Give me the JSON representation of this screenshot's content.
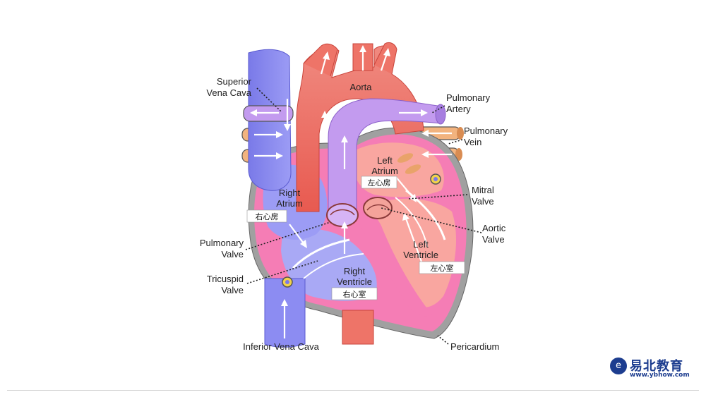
{
  "labels": {
    "superior_vena_cava": [
      "Superior",
      "Vena Cava"
    ],
    "aorta": "Aorta",
    "pulmonary_artery": [
      "Pulmonary",
      "Artery"
    ],
    "pulmonary_vein": [
      "Pulmonary",
      "Vein"
    ],
    "left_atrium": [
      "Left",
      "Atrium"
    ],
    "left_atrium_cn": "左心房",
    "right_atrium": [
      "Right",
      "Atrium"
    ],
    "right_atrium_cn": "右心房",
    "mitral_valve": [
      "Mitral",
      "Valve"
    ],
    "aortic_valve": [
      "Aortic",
      "Valve"
    ],
    "pulmonary_valve": [
      "Pulmonary",
      "Valve"
    ],
    "left_ventricle": [
      "Left",
      "Ventricle"
    ],
    "left_ventricle_cn": "左心室",
    "tricuspid_valve": [
      "Tricuspid",
      "Valve"
    ],
    "right_ventricle": [
      "Right",
      "Ventricle"
    ],
    "right_ventricle_cn": "右心室",
    "inferior_vena_cava": "Inferior Vena Cava",
    "pericardium": "Pericardium"
  },
  "brand": {
    "mark": "e",
    "name": "易北教育",
    "url": "www.ybhow.com"
  },
  "colors": {
    "deoxygenated": "#8c8cf2",
    "oxygenated": "#ee7468",
    "pulmonary_artery": "#c39bef",
    "pulmonary_vein": "#f2b37e",
    "right_chamber": "#a9a9f5",
    "left_chamber": "#f9a6a0",
    "myocardium": "#f57db5",
    "pericardium": "#a0a0a0"
  }
}
